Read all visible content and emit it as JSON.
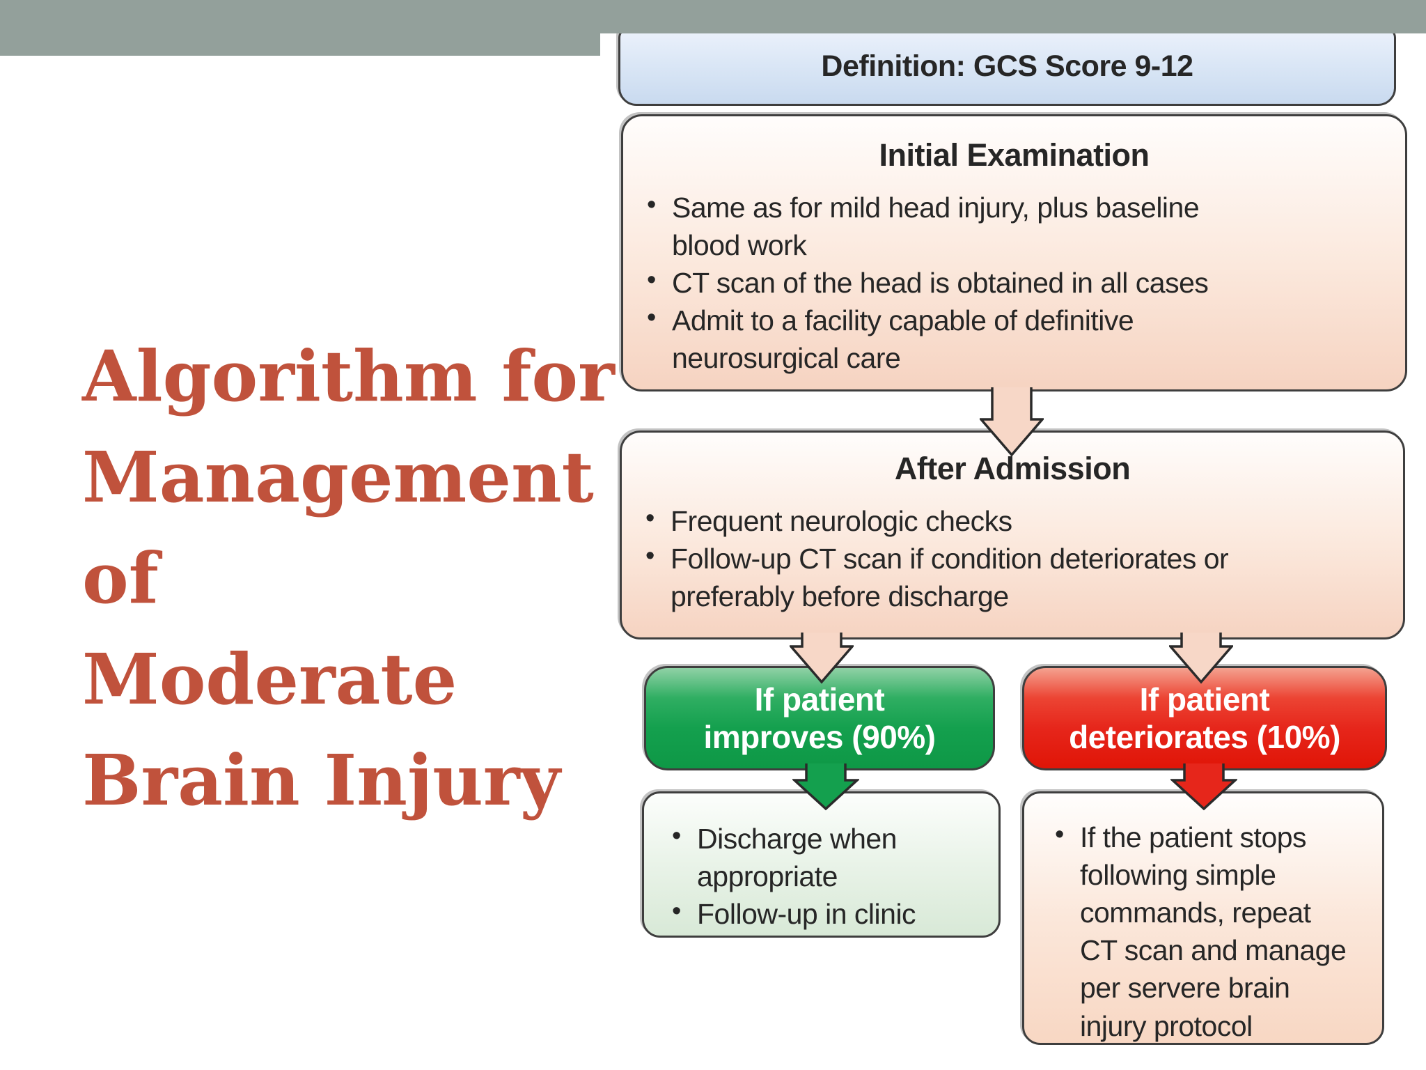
{
  "slide": {
    "title": "Algorithm for\nManagement\nof\nModerate\nBrain Injury"
  },
  "flowchart": {
    "definition_label": "Definition: GCS Score 9-12",
    "initial_examination": {
      "heading": "Initial Examination",
      "bullets": [
        "Same as for mild head injury, plus baseline\nblood work",
        "CT scan of the head is obtained in all cases",
        "Admit to a facility capable of definitive\nneurosurgical care"
      ]
    },
    "after_admission": {
      "heading": "After Admission",
      "bullets": [
        "Frequent neurologic checks",
        "Follow-up CT scan if condition deteriorates or\npreferably before discharge"
      ]
    },
    "improves_label": "If patient\nimproves (90%)",
    "deteriorates_label": "If patient\ndeteriorates (10%)",
    "improves_outcome": {
      "bullets": [
        "Discharge when\nappropriate",
        "Follow-up in clinic"
      ]
    },
    "deteriorates_outcome": {
      "bullets": [
        "If the patient stops\nfollowing simple\ncommands, repeat\nCT scan and manage\nper servere brain\ninjury protocol"
      ]
    },
    "colors": {
      "top_bar": "#93a09b",
      "title_red": "#c0523c",
      "accent_green": "#14a04e",
      "accent_red": "#e6261b",
      "arrow_pink": "#f7d7c7",
      "box_peach": "#f6d3c1",
      "box_blue": "#c9daef",
      "box_light_green": "#d8e9d7"
    }
  }
}
